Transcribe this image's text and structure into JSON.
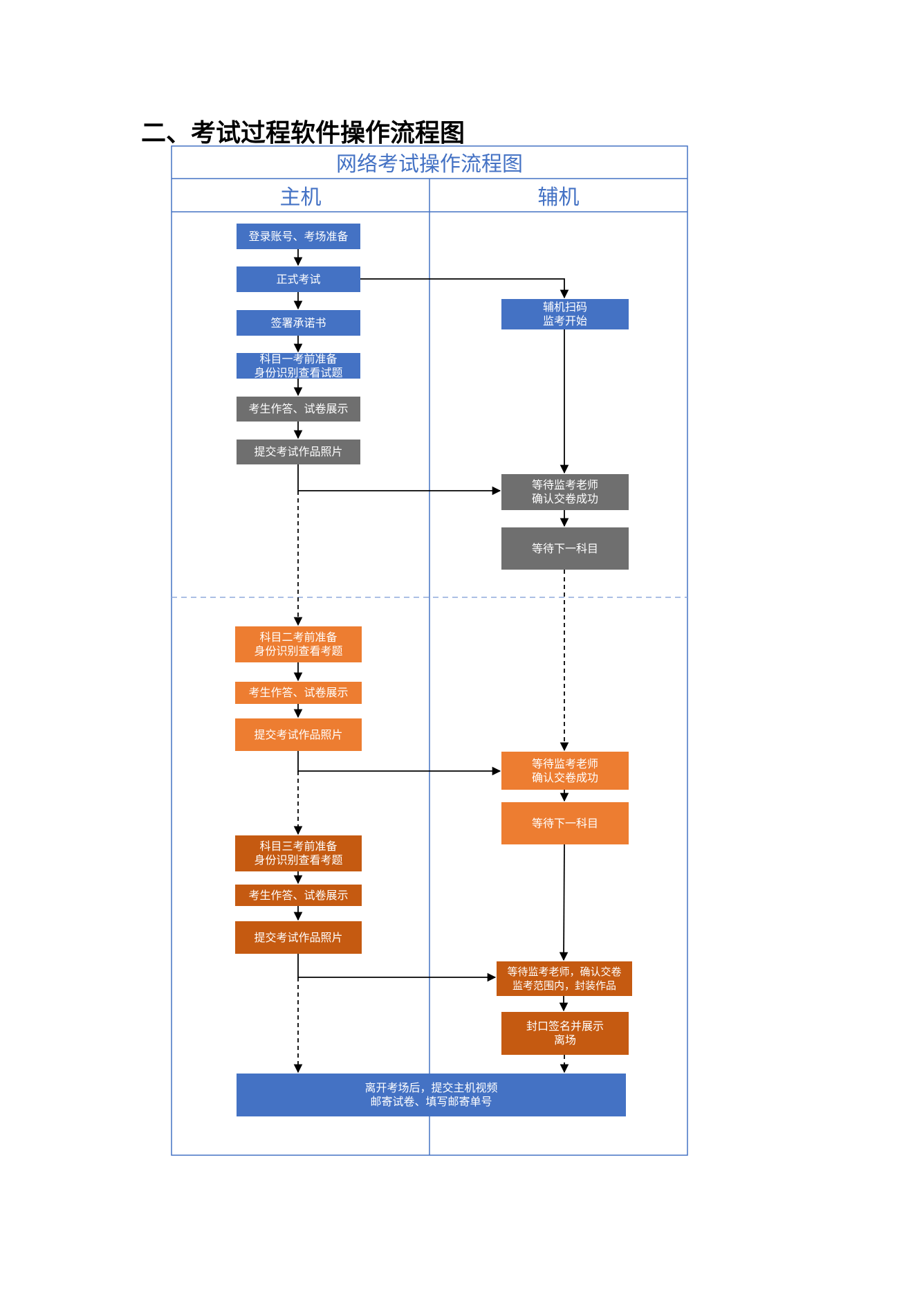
{
  "heading": "二、考试过程软件操作流程图",
  "diagram": {
    "title": "网络考试操作流程图",
    "lanes": {
      "host": "主机",
      "aux": "辅机"
    }
  },
  "colors": {
    "frame": "#4472C4",
    "blue": "#4472C4",
    "gray": "#6F6F6F",
    "orange": "#ED7D31",
    "dark_orange": "#C55A11"
  },
  "nodes": {
    "login": {
      "line1": "登录账号、考场准备"
    },
    "formal_exam": {
      "line1": "正式考试"
    },
    "sign_pledge": {
      "line1": "签署承诺书"
    },
    "s1_prep": {
      "line1": "科目一考前准备",
      "line2": "身份识别查看试题"
    },
    "s1_answer": {
      "line1": "考生作答、试卷展示"
    },
    "s1_submit": {
      "line1": "提交考试作品照片"
    },
    "aux_scan": {
      "line1": "辅机扫码",
      "line2": "监考开始"
    },
    "s1_wait_confirm": {
      "line1": "等待监考老师",
      "line2": "确认交卷成功"
    },
    "s1_wait_next": {
      "line1": "等待下一科目"
    },
    "s2_prep": {
      "line1": "科目二考前准备",
      "line2": "身份识别查看考题"
    },
    "s2_answer": {
      "line1": "考生作答、试卷展示"
    },
    "s2_submit": {
      "line1": "提交考试作品照片"
    },
    "s2_wait_confirm": {
      "line1": "等待监考老师",
      "line2": "确认交卷成功"
    },
    "s2_wait_next": {
      "line1": "等待下一科目"
    },
    "s3_prep": {
      "line1": "科目三考前准备",
      "line2": "身份识别查看考题"
    },
    "s3_answer": {
      "line1": "考生作答、试卷展示"
    },
    "s3_submit": {
      "line1": "提交考试作品照片"
    },
    "s3_wait_confirm": {
      "line1": "等待监考老师，确认交卷",
      "line2": "监考范围内，封装作品"
    },
    "s3_seal": {
      "line1": "封口签名并展示",
      "line2": "离场"
    },
    "final": {
      "line1": "离开考场后，提交主机视频",
      "line2": "邮寄试卷、填写邮寄单号"
    }
  }
}
